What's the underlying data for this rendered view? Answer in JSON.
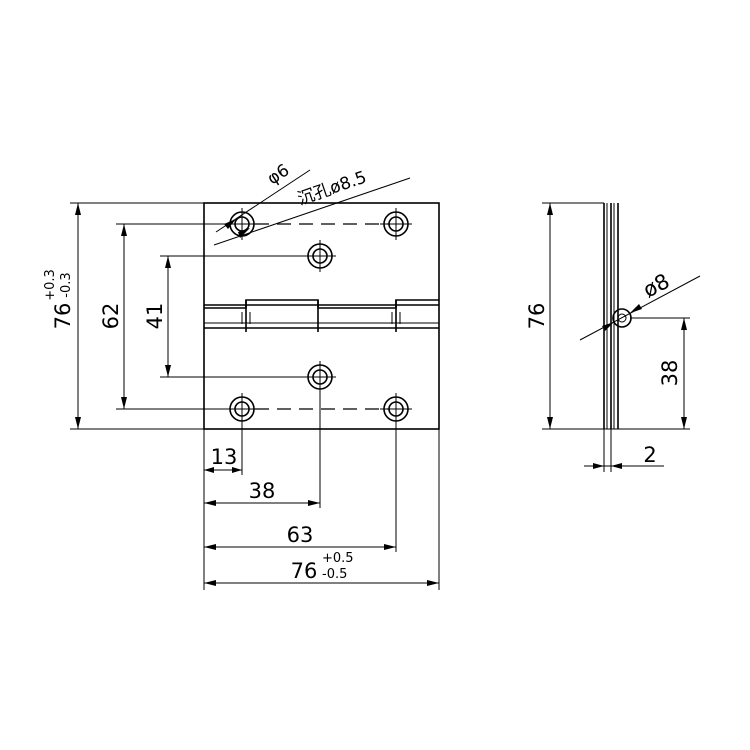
{
  "drawing": {
    "front_view": {
      "hinge_height": {
        "nominal": "76",
        "tol_plus": "+0.3",
        "tol_minus": "-0.3"
      },
      "hinge_width": {
        "nominal": "76",
        "tol_plus": "+0.5",
        "tol_minus": "-0.5"
      },
      "outer_hole_spacing": "62",
      "inner_hole_spacing": "41",
      "edge_to_hole": "13",
      "edge_to_center_hole": "38",
      "edge_to_far_hole": "63",
      "hole_diameter": "φ6",
      "countersink_note": "沉孔ø8.5"
    },
    "side_view": {
      "height": "76",
      "knuckle_diameter": "ø8",
      "knuckle_height": "38",
      "thickness": "2"
    }
  }
}
